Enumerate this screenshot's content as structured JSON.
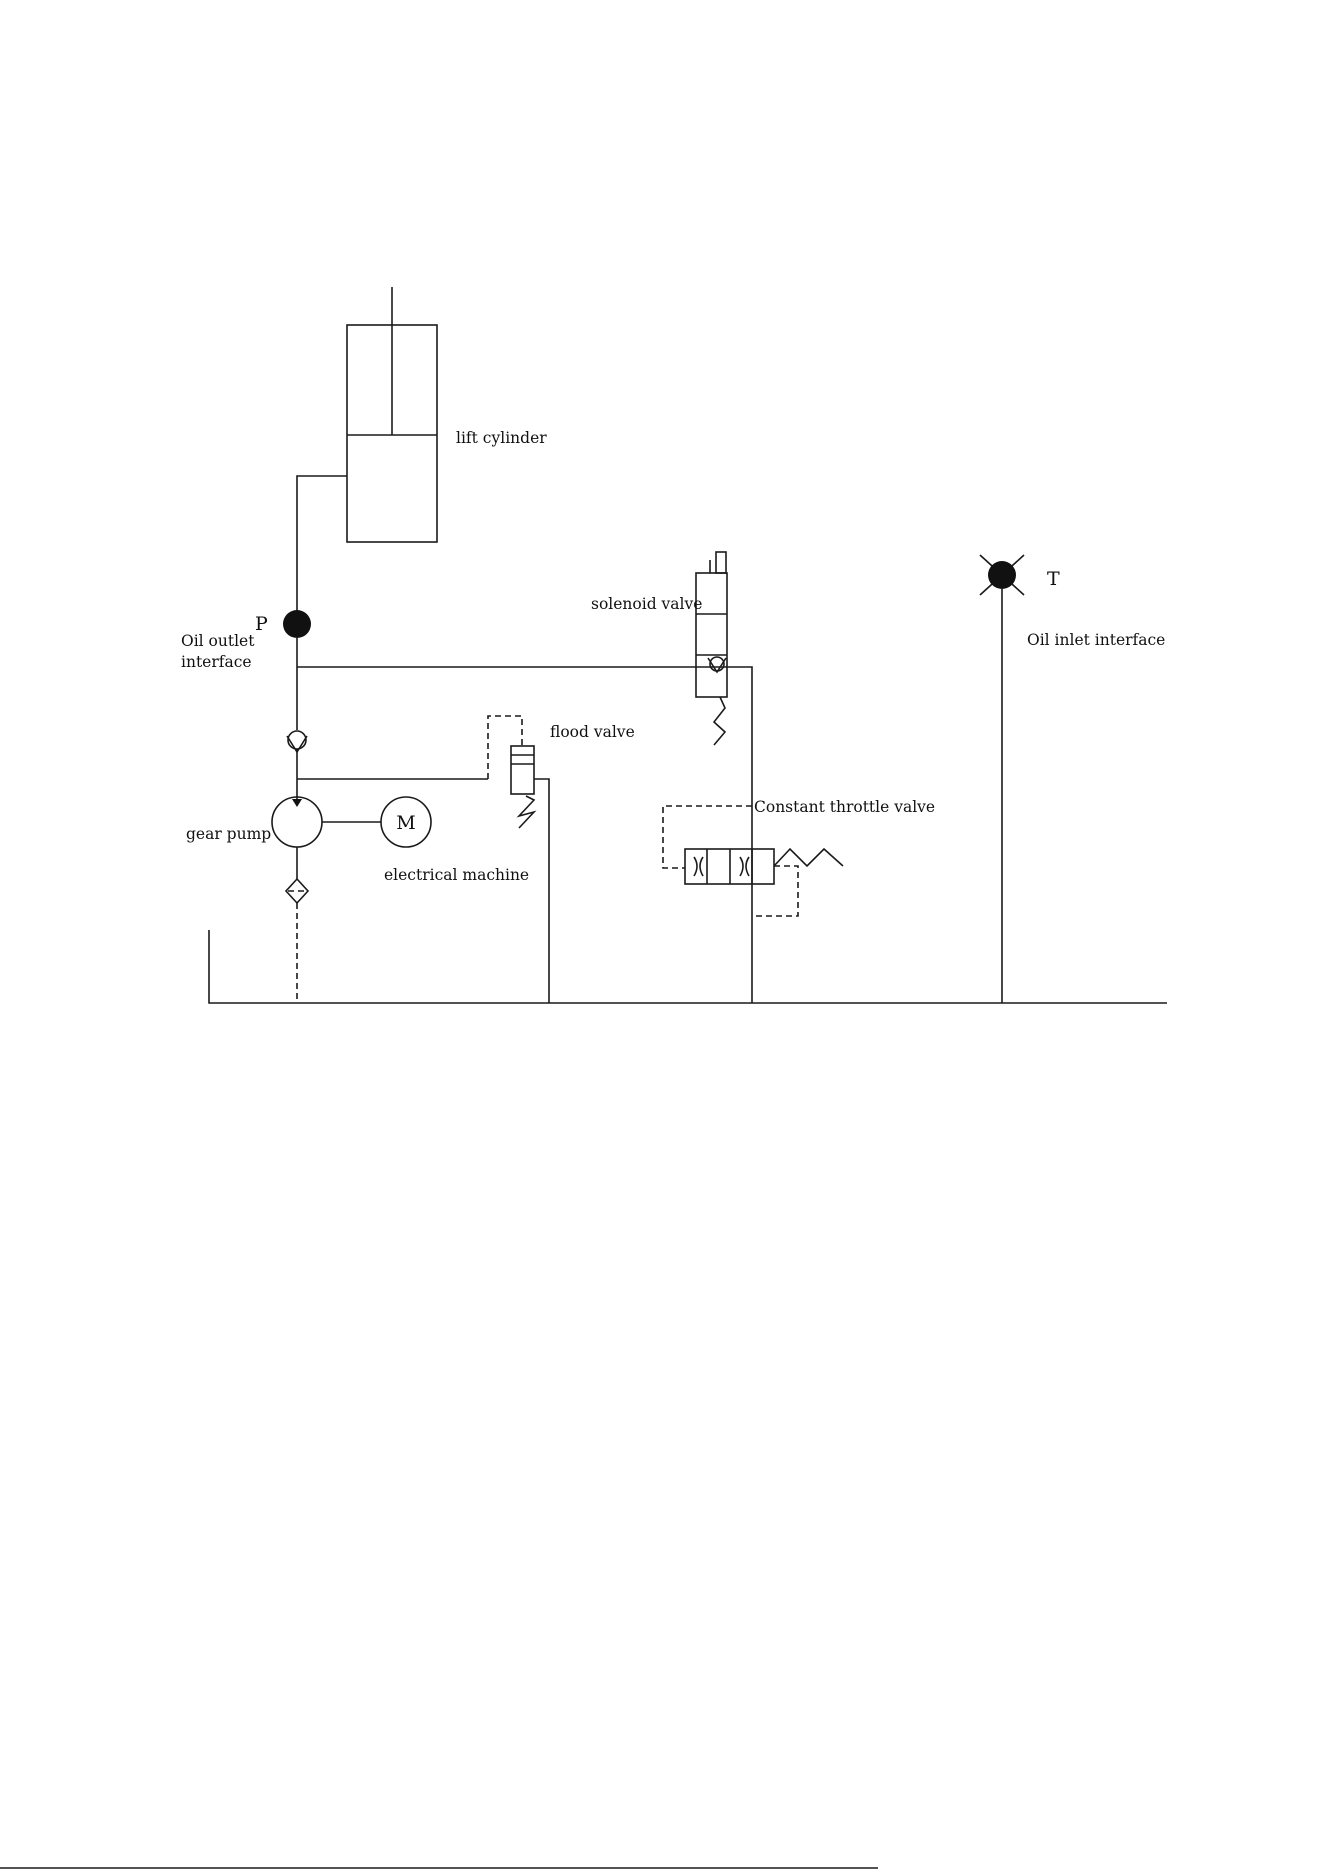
{
  "labels": {
    "lift_cylinder": "lift cylinder",
    "solenoid_valve": "solenoid valve",
    "oil_outlet_line1": "Oil outlet",
    "oil_outlet_line2": "interface",
    "port_p": "P",
    "port_t": "T",
    "oil_inlet": "Oil inlet interface",
    "flood_valve": "flood valve",
    "constant_throttle_valve": "Constant throttle valve",
    "gear_pump": "gear pump",
    "electrical_machine": "electrical machine",
    "motor_symbol": "M"
  }
}
